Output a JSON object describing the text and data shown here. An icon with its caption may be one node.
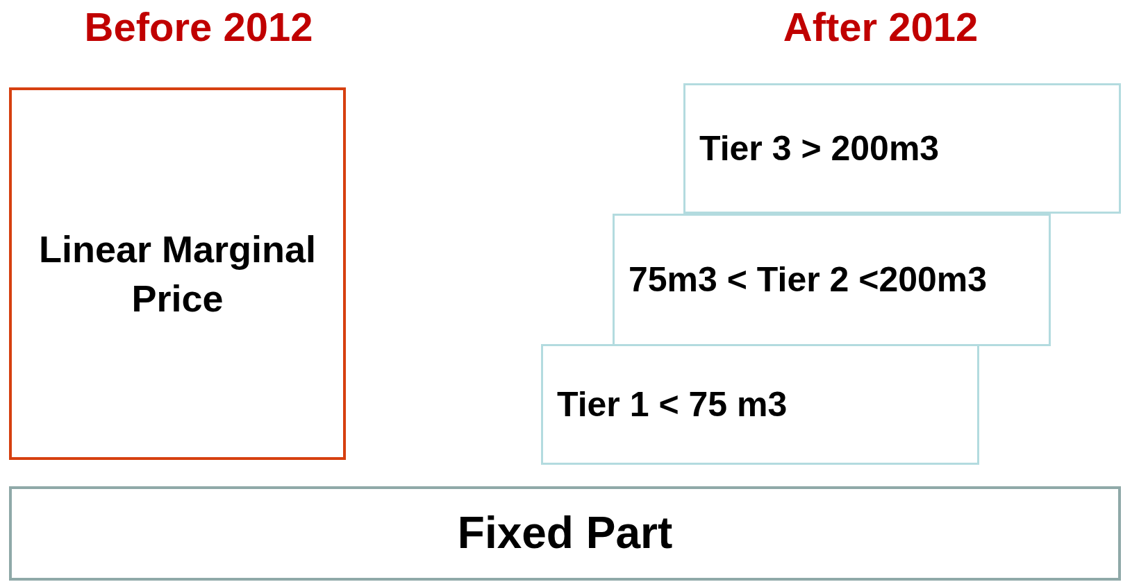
{
  "diagram": {
    "nodes": [
      {
        "text": [
          "Linear Marginal Price"
        ]
      },
      {
        "text": [
          "Tier 3 > 200m3"
        ]
      },
      {
        "text": [
          "75m3 < Tier 2 <200m3"
        ]
      },
      {
        "text": [
          "Tier 1 < 75 m3"
        ]
      },
      {
        "text": [
          "Fixed Part"
        ]
      }
    ],
    "labels": [
      "Before 2012",
      "After 2012"
    ]
  }
}
